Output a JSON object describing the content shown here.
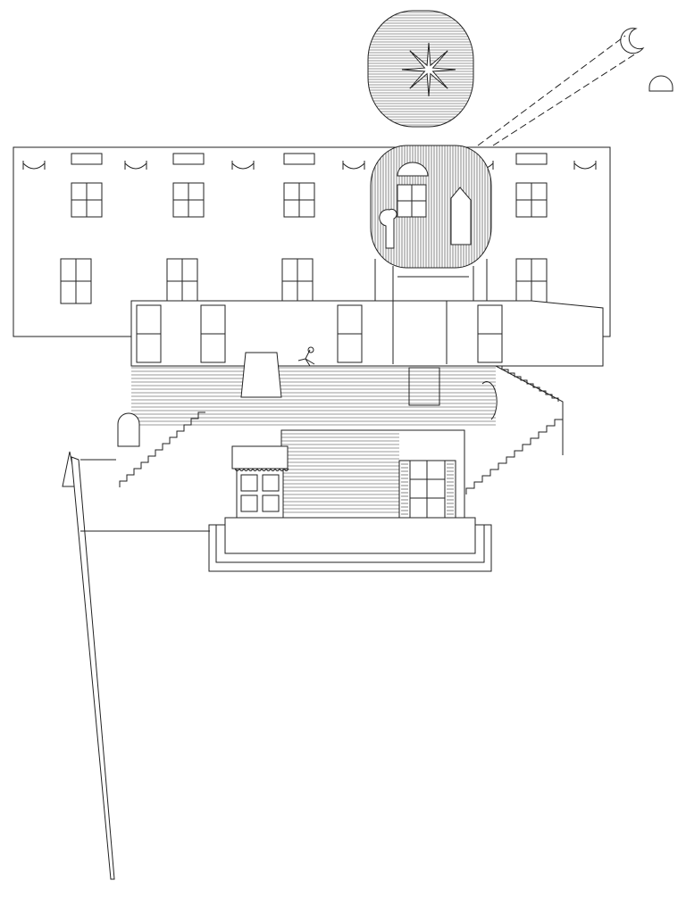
{
  "drawing": {
    "colors": {
      "line": "#222222",
      "background": "#ffffff",
      "hatch": "#333333"
    },
    "elements": [
      "sky-oval-with-star",
      "crescent-moon",
      "dome-shape",
      "building-facade",
      "cylindrical-cutaway-room",
      "terrace",
      "left-staircase",
      "right-staircase",
      "lower-block",
      "small-house",
      "base-plinth",
      "thin-pole"
    ]
  }
}
